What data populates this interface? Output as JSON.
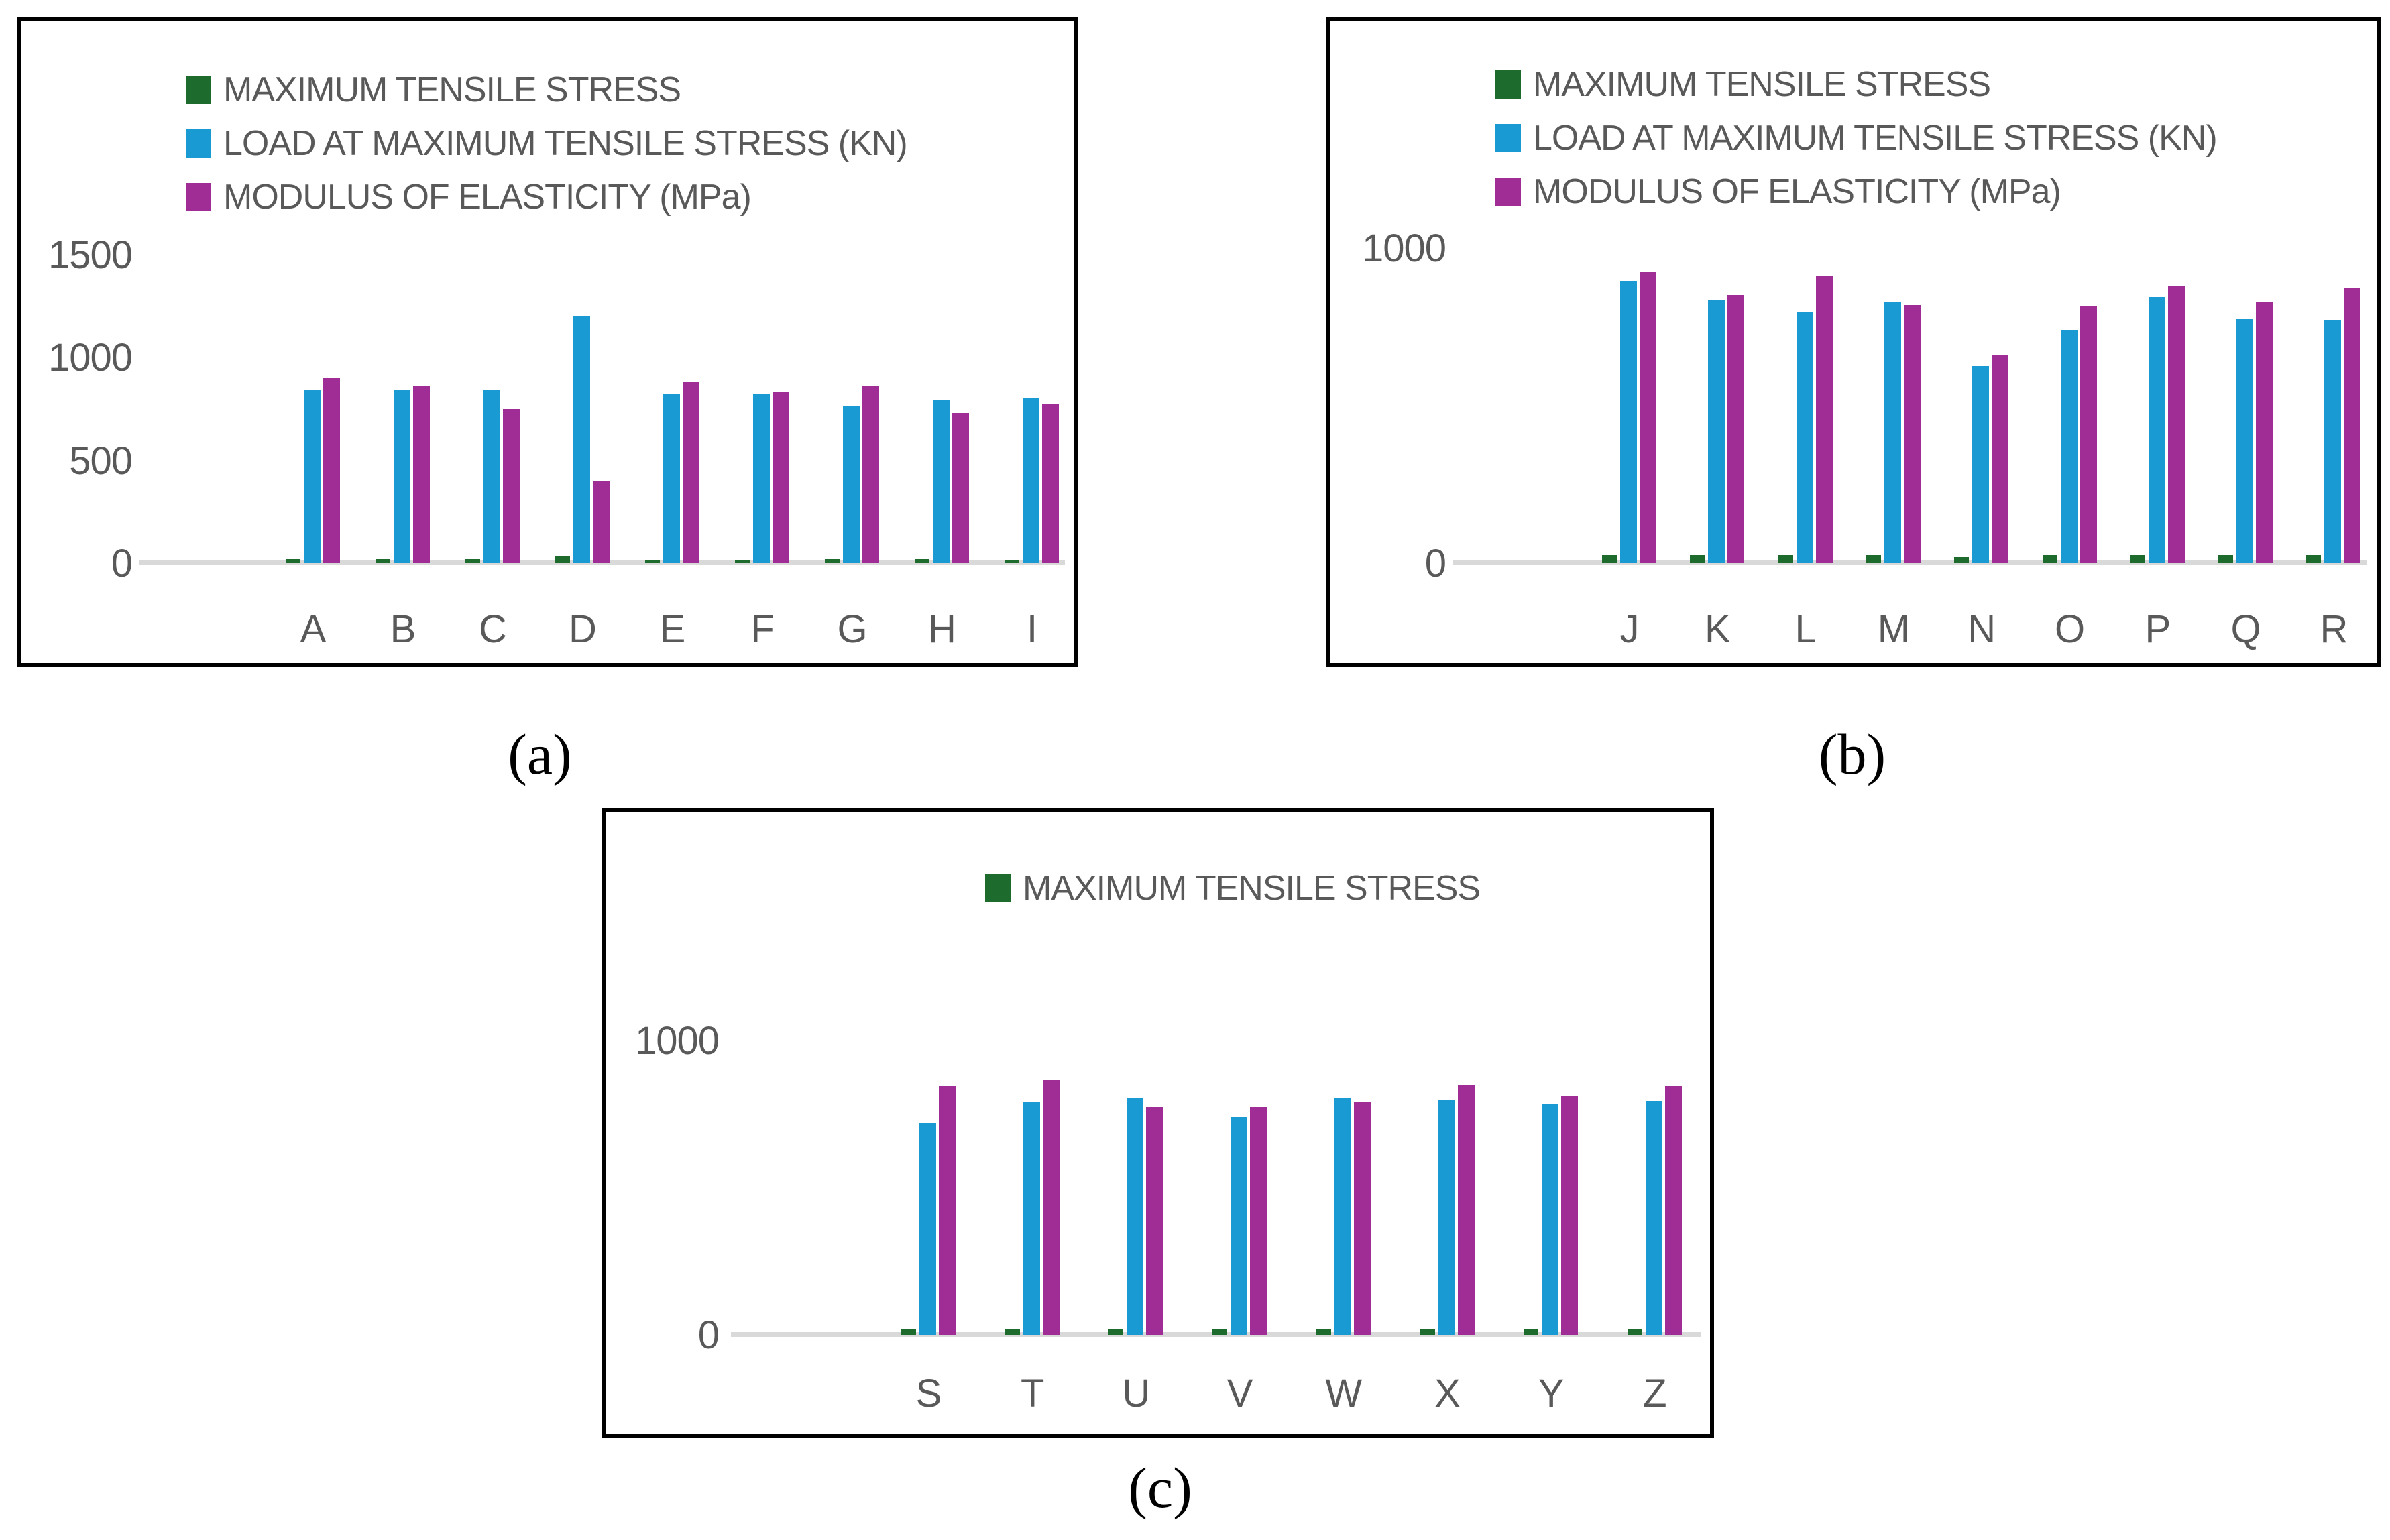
{
  "colors": {
    "max_tensile_stress": "#1D6B2D",
    "load_at_max_tensile_stress": "#1A9AD3",
    "modulus_of_elasticity": "#A02C96",
    "axis_text": "#595959",
    "baseline_line": "#D9D9D9",
    "panel_border": "#000000",
    "caption_text": "#000000"
  },
  "captions": {
    "a": "(a)",
    "b": "(b)",
    "c": "(c)"
  },
  "chart_data": [
    {
      "id": "a",
      "type": "bar",
      "title": "",
      "caption": "(a)",
      "grid": false,
      "legend_position": "top-inside",
      "legend": [
        "MAXIMUM TENSILE STRESS",
        "LOAD AT MAXIMUM TENSILE STRESS (KN)",
        "MODULUS OF ELASTICITY (MPa)"
      ],
      "categories": [
        "A",
        "B",
        "C",
        "D",
        "E",
        "F",
        "G",
        "H",
        "I"
      ],
      "yticks": [
        0,
        500,
        1000,
        1500
      ],
      "ylim": [
        0,
        1500
      ],
      "xlabel": "",
      "ylabel": "",
      "series": [
        {
          "key": "max_tensile_stress",
          "name": "MAXIMUM TENSILE STRESS",
          "values": [
            20,
            20,
            20,
            35,
            15,
            15,
            20,
            20,
            15
          ]
        },
        {
          "key": "load_at_max_tensile_stress",
          "name": "LOAD AT MAXIMUM TENSILE STRESS (KN)",
          "values": [
            840,
            845,
            840,
            1200,
            825,
            825,
            765,
            795,
            805
          ]
        },
        {
          "key": "modulus_of_elasticity",
          "name": "MODULUS OF ELASTICITY (MPa)",
          "values": [
            900,
            860,
            750,
            400,
            880,
            830,
            860,
            730,
            775
          ]
        }
      ]
    },
    {
      "id": "b",
      "type": "bar",
      "title": "",
      "caption": "(b)",
      "grid": false,
      "legend_position": "top-inside",
      "legend": [
        "MAXIMUM TENSILE STRESS",
        "LOAD AT MAXIMUM TENSILE STRESS (KN)",
        "MODULUS OF ELASTICITY (MPa)"
      ],
      "categories": [
        "J",
        "K",
        "L",
        "M",
        "N",
        "O",
        "P",
        "Q",
        "R"
      ],
      "yticks": [
        0,
        1000
      ],
      "ylim": [
        0,
        1000
      ],
      "xlabel": "",
      "ylabel": "",
      "series": [
        {
          "key": "max_tensile_stress",
          "name": "MAXIMUM TENSILE STRESS",
          "values": [
            25,
            25,
            25,
            25,
            20,
            25,
            25,
            25,
            25
          ]
        },
        {
          "key": "load_at_max_tensile_stress",
          "name": "LOAD AT MAXIMUM TENSILE STRESS (KN)",
          "values": [
            895,
            835,
            795,
            830,
            625,
            740,
            845,
            775,
            770
          ]
        },
        {
          "key": "modulus_of_elasticity",
          "name": "MODULUS OF ELASTICITY (MPa)",
          "values": [
            925,
            850,
            910,
            820,
            660,
            815,
            880,
            830,
            875
          ]
        }
      ]
    },
    {
      "id": "c",
      "type": "bar",
      "title": "",
      "caption": "(c)",
      "grid": false,
      "legend_position": "top-inside",
      "legend": [
        "MAXIMUM TENSILE STRESS"
      ],
      "categories": [
        "S",
        "T",
        "U",
        "V",
        "W",
        "X",
        "Y",
        "Z"
      ],
      "yticks": [
        0,
        1000
      ],
      "ylim": [
        0,
        1000
      ],
      "xlabel": "",
      "ylabel": "",
      "series": [
        {
          "key": "max_tensile_stress",
          "name": "MAXIMUM TENSILE STRESS",
          "values": [
            20,
            20,
            20,
            20,
            20,
            20,
            20,
            20
          ]
        },
        {
          "key": "load_at_max_tensile_stress",
          "name": "LOAD AT MAXIMUM TENSILE STRESS (KN)",
          "values": [
            720,
            790,
            805,
            740,
            805,
            800,
            785,
            795
          ]
        },
        {
          "key": "modulus_of_elasticity",
          "name": "MODULUS OF ELASTICITY (MPa)",
          "values": [
            845,
            865,
            775,
            775,
            790,
            850,
            810,
            845
          ]
        }
      ]
    }
  ]
}
